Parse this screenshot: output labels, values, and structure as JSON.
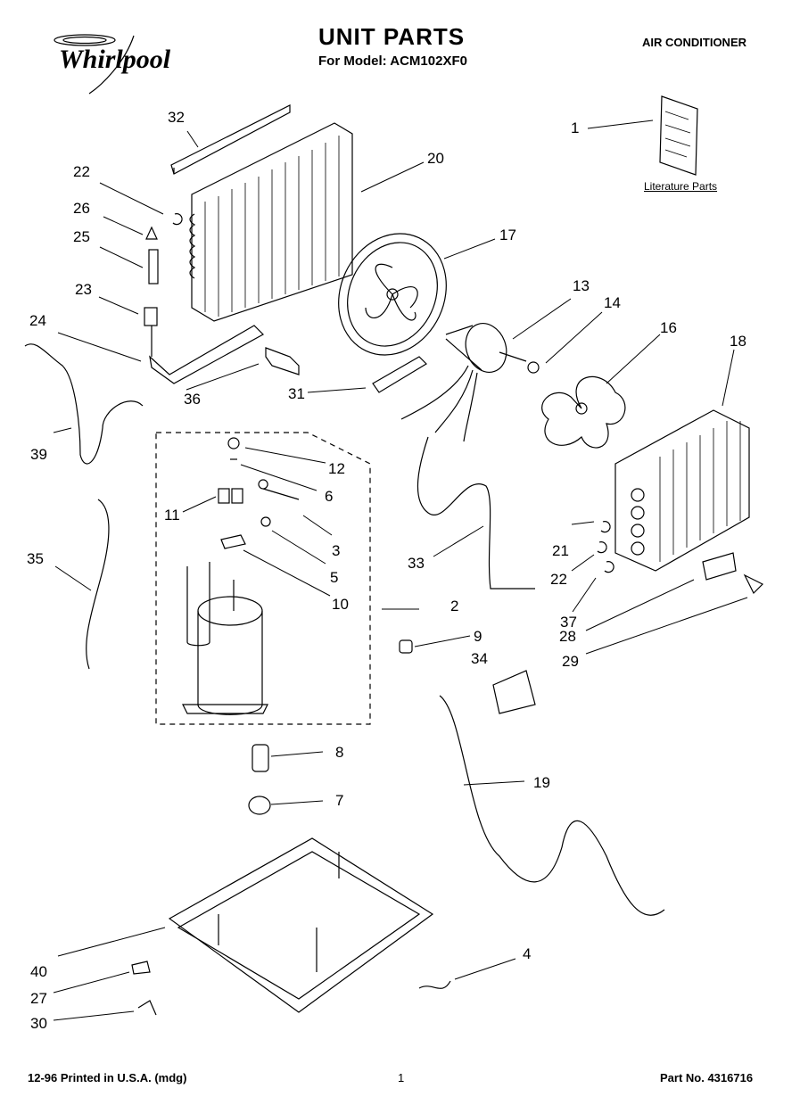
{
  "header": {
    "brand": "Whirlpool",
    "title": "UNIT PARTS",
    "subtitle": "For Model: ACM102XF0",
    "doc_type": "AIR CONDITIONER"
  },
  "literature_label": "Literature Parts",
  "callouts": [
    "1",
    "2",
    "3",
    "4",
    "5",
    "6",
    "7",
    "8",
    "9",
    "10",
    "11",
    "12",
    "13",
    "14",
    "16",
    "17",
    "18",
    "19",
    "20",
    "21",
    "22",
    "22",
    "23",
    "24",
    "25",
    "26",
    "27",
    "28",
    "29",
    "30",
    "31",
    "32",
    "33",
    "34",
    "35",
    "36",
    "37",
    "39",
    "40"
  ],
  "footer": {
    "left": "12-96 Printed in U.S.A. (mdg)",
    "center": "1",
    "right": "Part No. 4316716"
  }
}
